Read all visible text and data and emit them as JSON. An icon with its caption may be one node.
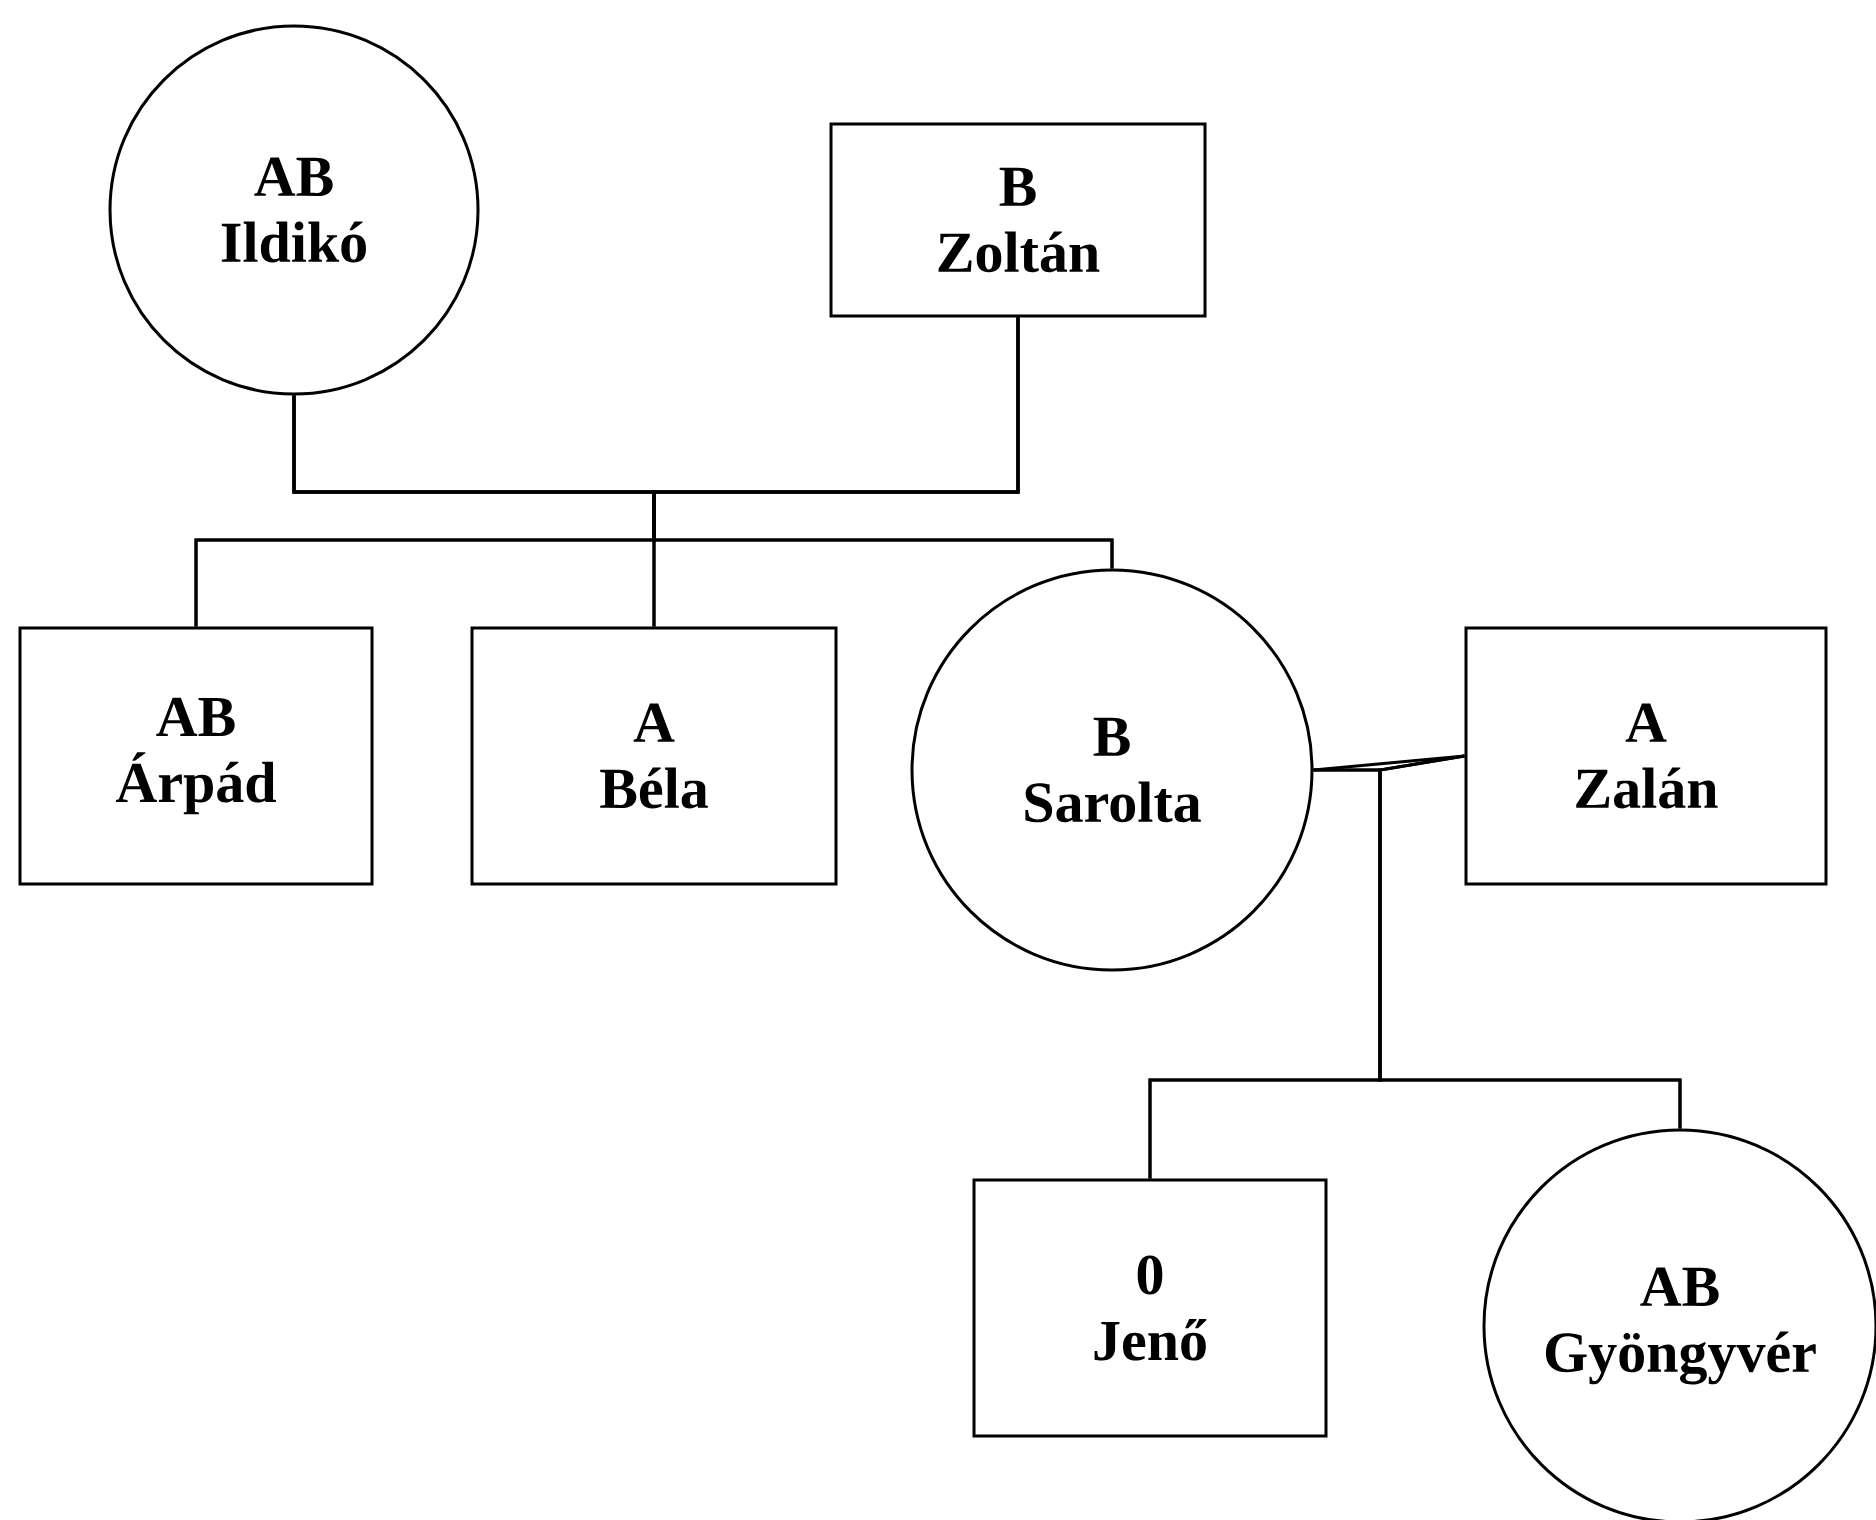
{
  "diagram": {
    "nodes": [
      {
        "text": [
          "AB",
          "Ildikó"
        ]
      },
      {
        "text": [
          "B",
          "Zoltán"
        ]
      },
      {
        "text": [
          "AB",
          "Árpád"
        ]
      },
      {
        "text": [
          "A",
          "Béla"
        ]
      },
      {
        "text": [
          "B",
          "Sarolta"
        ]
      },
      {
        "text": [
          "A",
          "Zalán"
        ]
      },
      {
        "text": [
          "0",
          "Jenő"
        ]
      },
      {
        "text": [
          "AB",
          "Gyöngyvér"
        ]
      }
    ],
    "edges": [
      {
        "from": 0,
        "to": 1,
        "arrow": "none"
      },
      {
        "from": 0,
        "to": 2,
        "arrow": "none"
      },
      {
        "from": 0,
        "to": 3,
        "arrow": "none"
      },
      {
        "from": 0,
        "to": 4,
        "arrow": "none"
      },
      {
        "from": 1,
        "to": 2,
        "arrow": "none"
      },
      {
        "from": 1,
        "to": 3,
        "arrow": "none"
      },
      {
        "from": 1,
        "to": 4,
        "arrow": "none"
      },
      {
        "from": 4,
        "to": 5,
        "arrow": "none"
      },
      {
        "from": 4,
        "to": 6,
        "arrow": "none"
      },
      {
        "from": 4,
        "to": 7,
        "arrow": "none"
      },
      {
        "from": 5,
        "to": 6,
        "arrow": "none"
      },
      {
        "from": 5,
        "to": 7,
        "arrow": "none"
      }
    ]
  }
}
